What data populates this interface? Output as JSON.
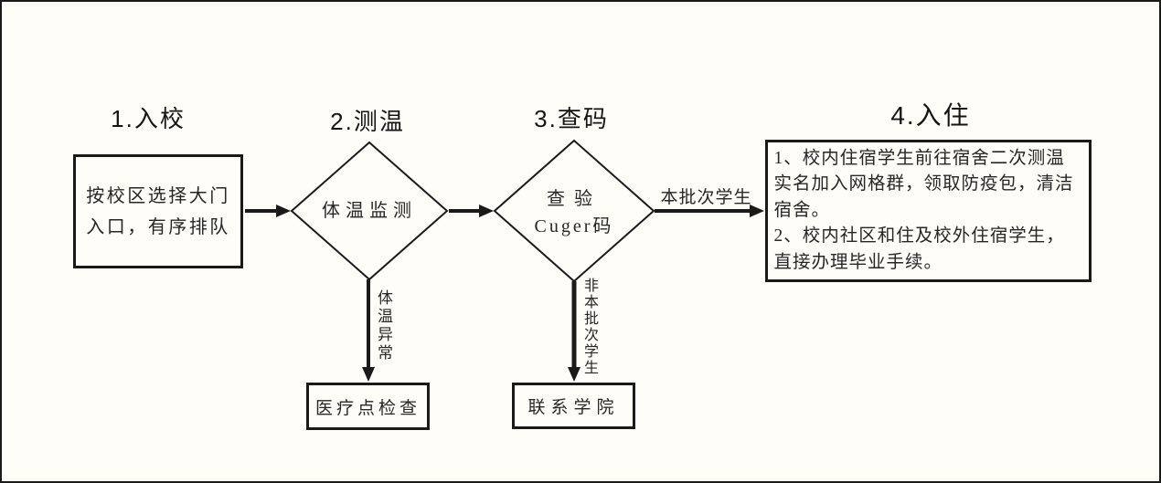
{
  "page": {
    "background_color": "#fffdf8",
    "line_color": "#1a1a1a"
  },
  "stages": {
    "stage1_title": "1.入校",
    "stage2_title": "2.测温",
    "stage3_title": "3.查码",
    "stage4_title": "4.入住"
  },
  "nodes": {
    "entry_box": "按校区选择大门\n入口，有序排队",
    "temperature_diamond": "体温监测",
    "code_diamond_line1": "查验",
    "code_diamond_line2": "Cuger码",
    "checkin_box": "1、校内住宿学生前往宿舍二次测温\n实名加入网格群，领取防疫包，清洁\n宿舍。\n2、校内社区和住及校外住宿学生，\n直接办理毕业手续。",
    "medical_box": "医疗点检查",
    "college_box": "联系学院"
  },
  "edge_labels": {
    "current_batch": "本批次学生",
    "not_current_batch": "非本批次学生",
    "temperature_abnormal": "体温异常"
  }
}
